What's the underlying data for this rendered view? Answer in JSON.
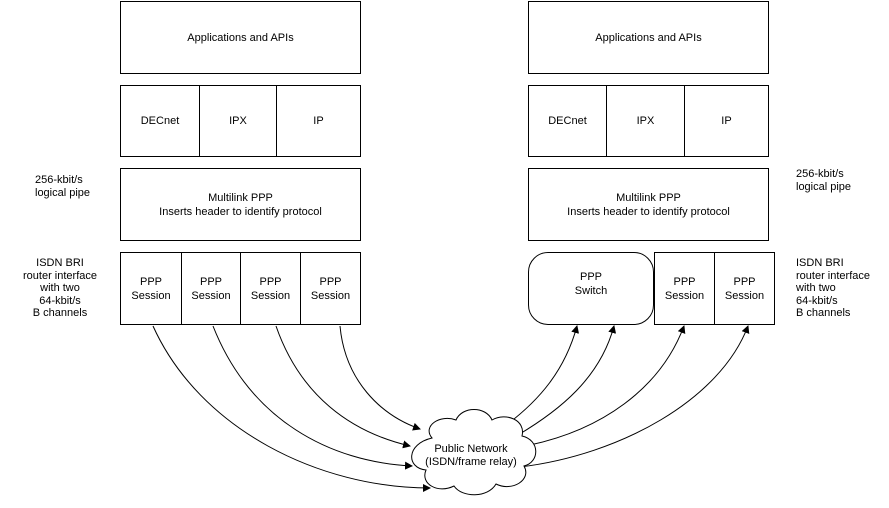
{
  "left_stack": {
    "apps": "Applications and APIs",
    "protocols": [
      "DECnet",
      "IPX",
      "IP"
    ],
    "multilink": {
      "line1": "Multilink PPP",
      "line2": "Inserts header to identify protocol"
    },
    "sessions": [
      {
        "line1": "PPP",
        "line2": "Session"
      },
      {
        "line1": "PPP",
        "line2": "Session"
      },
      {
        "line1": "PPP",
        "line2": "Session"
      },
      {
        "line1": "PPP",
        "line2": "Session"
      }
    ],
    "pipe_label": [
      "256-kbit/s",
      "logical pipe"
    ],
    "bri_label": [
      "ISDN BRI",
      "router interface",
      "with two",
      "64-kbit/s",
      "B channels"
    ]
  },
  "right_stack": {
    "apps": "Applications and APIs",
    "protocols": [
      "DECnet",
      "IPX",
      "IP"
    ],
    "multilink": {
      "line1": "Multilink PPP",
      "line2": "Inserts header to identify protocol"
    },
    "switch": {
      "line1": "PPP",
      "line2": "Switch"
    },
    "sessions": [
      {
        "line1": "PPP",
        "line2": "Session"
      },
      {
        "line1": "PPP",
        "line2": "Session"
      }
    ],
    "pipe_label": [
      "256-kbit/s",
      "logical pipe"
    ],
    "bri_label": [
      "ISDN BRI",
      "router interface",
      "with two",
      "64-kbit/s",
      "B channels"
    ]
  },
  "network": {
    "line1": "Public Network",
    "line2": "(ISDN/frame relay)"
  },
  "colors": {
    "stroke": "#000000",
    "background": "#ffffff"
  }
}
